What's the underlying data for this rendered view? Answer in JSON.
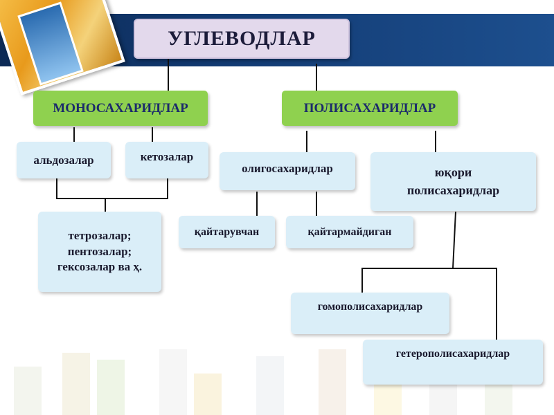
{
  "title": "УГЛЕВОДЛАР",
  "level1": {
    "mono": "МОНОСАХАРИДЛАР",
    "poly": "ПОЛИСАХАРИДЛАР"
  },
  "mono_children": {
    "aldo": "альдозалар",
    "keto": "кетозалар",
    "types": [
      "тетрозалар;",
      "пентозалар;",
      "гексозалар ва ҳ."
    ]
  },
  "poly_children": {
    "oligo": "олигосахаридлар",
    "high": [
      "юқори",
      "полисахаридлар"
    ],
    "reducing": "қайтарувчан",
    "nonreducing": "қайтармайдиган",
    "homo": "гомополисахаридлар",
    "hetero": "гетерополисахаридлар"
  },
  "colors": {
    "banner": "#123a72",
    "root_fill": "#e3d9ec",
    "level1_fill": "#8fd14f",
    "leaf_fill": "#daeef8"
  }
}
